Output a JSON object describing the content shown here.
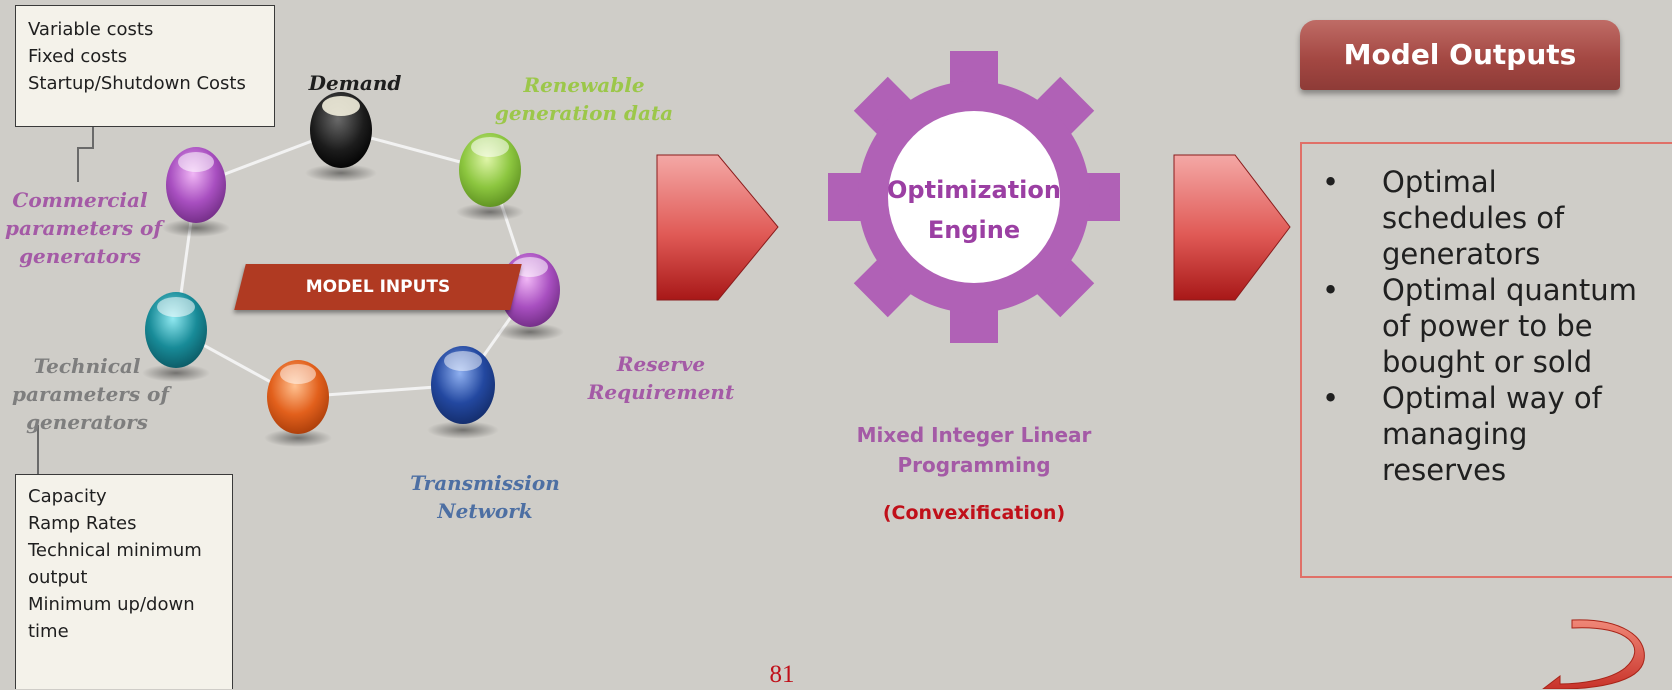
{
  "cost_box": {
    "lines": [
      "Variable costs",
      "Fixed costs",
      "Startup/Shutdown Costs"
    ]
  },
  "technical_box": {
    "lines": [
      "Capacity",
      "Ramp Rates",
      "Technical minimum",
      "output",
      "Minimum up/down",
      "time"
    ]
  },
  "inputs": {
    "demand": [
      "Demand"
    ],
    "renewable": [
      "Renewable",
      "generation data"
    ],
    "commercial": [
      "Commercial",
      "parameters of",
      "generators"
    ],
    "technical": [
      "Technical",
      "parameters of",
      "generators"
    ],
    "reserve": [
      "Reserve",
      "Requirement"
    ],
    "transmission": [
      "Transmission",
      "Network"
    ],
    "banner": "MODEL INPUTS"
  },
  "engine": {
    "line1": "Optimization",
    "line2": "Engine",
    "milp_line1": "Mixed Integer Linear",
    "milp_line2": "Programming",
    "convex": "(Convexification)"
  },
  "outputs": {
    "header": "Model Outputs",
    "bullet": "•",
    "items": [
      [
        "Optimal",
        "schedules of",
        "generators"
      ],
      [
        "Optimal quantum",
        "of power to be",
        "bought or sold"
      ],
      [
        "Optimal way of",
        "managing",
        "reserves"
      ]
    ]
  },
  "page_number": "81",
  "colors": {
    "background": "#cfcdc8",
    "gear": "#b061b6",
    "gear_text": "#9b3fa3",
    "arrow_top": "#f2a0a0",
    "arrow_bottom": "#b01e1e",
    "output_header": "#a44843",
    "output_border": "#e07068",
    "convex_text": "#c0101a",
    "banner": "#b03a22"
  },
  "node_colors": {
    "demand": "#1c1c1c",
    "renewable": "#8cc63f",
    "commercial_node": "#a84fc0",
    "reserve_node": "#a64bbf",
    "transmission_node": "#2348a0",
    "orange_node": "#e2601c",
    "teal_node": "#188b98"
  }
}
